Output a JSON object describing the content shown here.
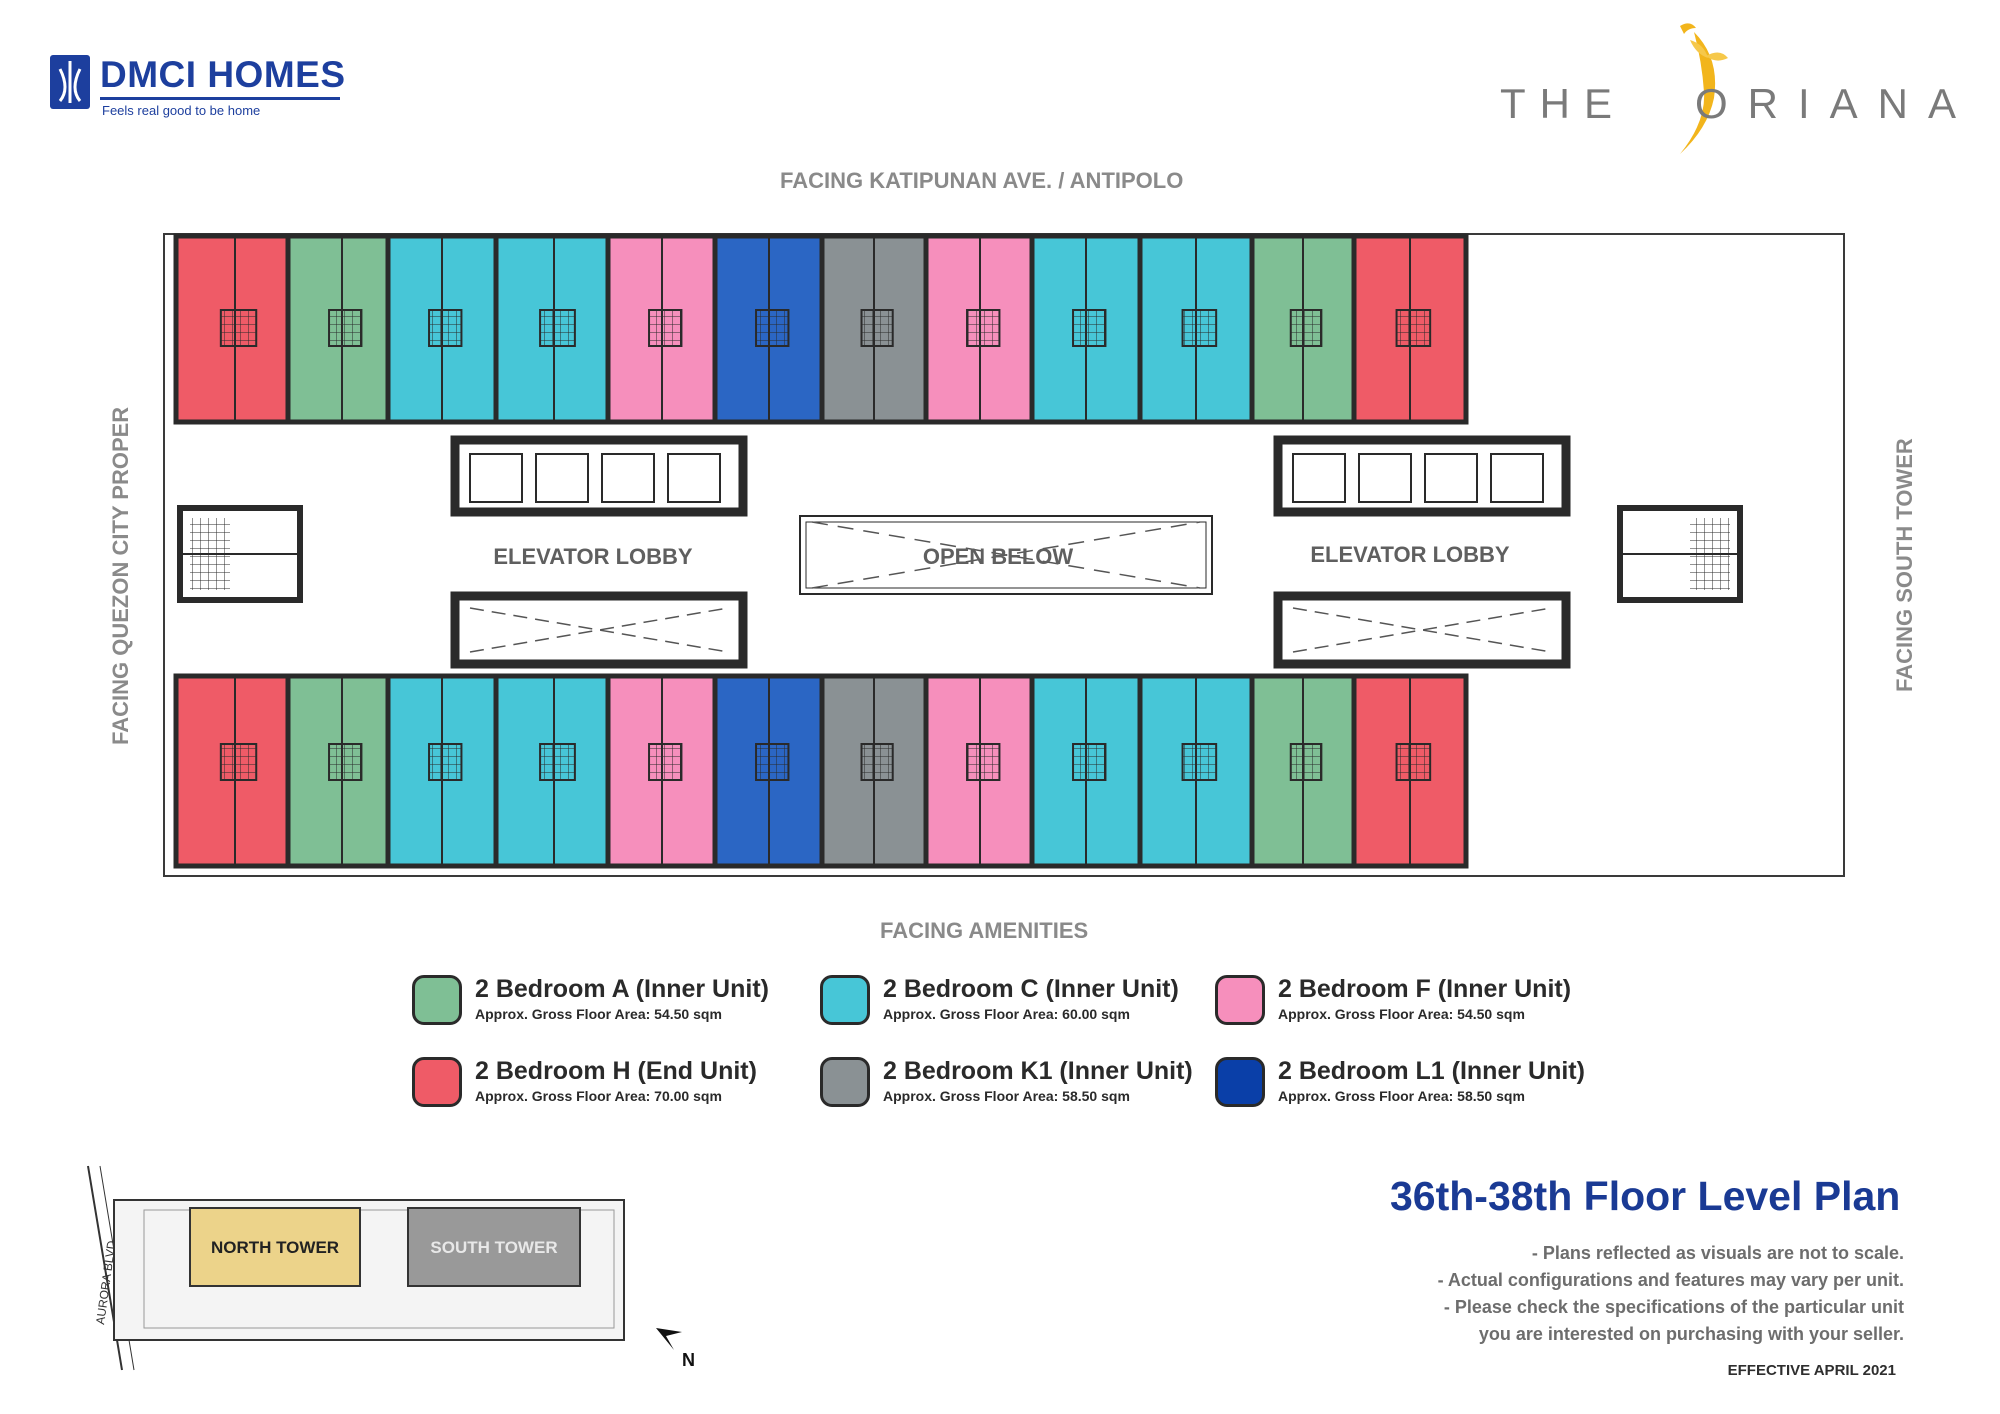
{
  "header": {
    "developer_logo": {
      "name": "DMCI HOMES",
      "tagline": "Feels real good to be home"
    },
    "project_logo": {
      "prefix": "THE",
      "name": "ORIANA"
    }
  },
  "facing": {
    "top": "FACING KATIPUNAN AVE. / ANTIPOLO",
    "bottom": "FACING AMENITIES",
    "left": "FACING QUEZON CITY PROPER",
    "right": "FACING SOUTH TOWER"
  },
  "plan": {
    "elevator_lobby_left": "ELEVATOR LOBBY",
    "open_below": "OPEN BELOW",
    "elevator_lobby_right": "ELEVATOR LOBBY",
    "colors": {
      "a_green": "#7fbf95",
      "c_cyan": "#47c6d7",
      "f_pink": "#f68fbc",
      "h_red": "#ef5b67",
      "k1_gray": "#8a9194",
      "l1_blue": "#2b66c4",
      "wall": "#2a2a2a"
    }
  },
  "legend": [
    {
      "name": "2 Bedroom A (Inner Unit)",
      "area": "Approx. Gross Floor Area: 54.50 sqm",
      "color": "#7fbf95"
    },
    {
      "name": "2 Bedroom C (Inner Unit)",
      "area": "Approx. Gross Floor Area: 60.00 sqm",
      "color": "#47c6d7"
    },
    {
      "name": "2 Bedroom F (Inner Unit)",
      "area": "Approx. Gross Floor Area: 54.50 sqm",
      "color": "#f68fbc"
    },
    {
      "name": "2 Bedroom H (End Unit)",
      "area": "Approx. Gross Floor Area: 70.00 sqm",
      "color": "#ef5b67"
    },
    {
      "name": "2 Bedroom K1 (Inner Unit)",
      "area": "Approx. Gross Floor Area: 58.50 sqm",
      "color": "#8a9194"
    },
    {
      "name": "2 Bedroom L1 (Inner Unit)",
      "area": "Approx. Gross Floor Area: 58.50 sqm",
      "color": "#0a3fa8"
    }
  ],
  "key_plan": {
    "north_tower": "NORTH TOWER",
    "south_tower": "SOUTH TOWER",
    "road": "AURORA BLVD.",
    "north_marker": "N"
  },
  "title": "36th-38th Floor Level Plan",
  "notes": [
    "- Plans reflected as visuals are not to scale.",
    "- Actual configurations and features may vary per unit.",
    "- Please check the specifications of the particular unit",
    "you are interested on purchasing with your seller."
  ],
  "effective": "EFFECTIVE APRIL 2021"
}
